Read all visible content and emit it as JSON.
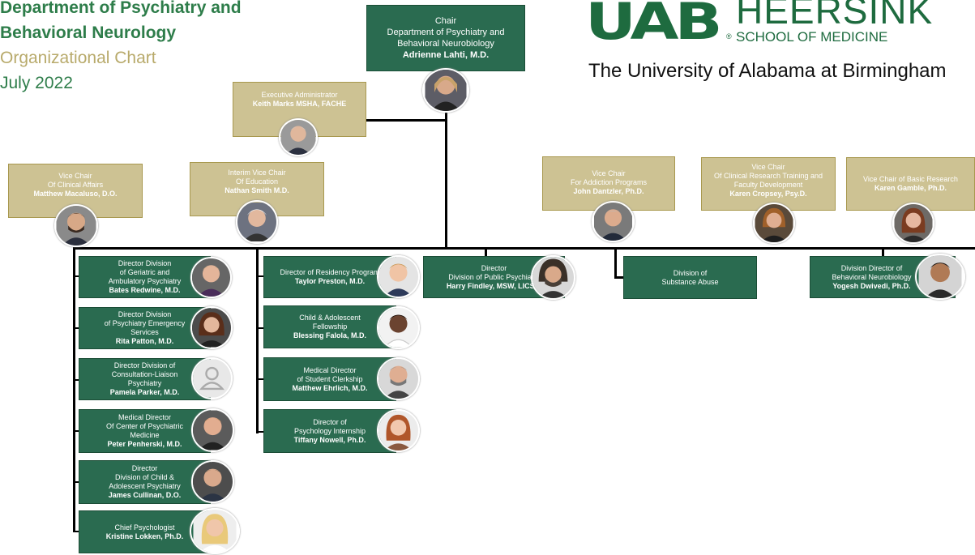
{
  "header": {
    "line1": "Department of Psychiatry and",
    "line2": "Behavioral Neurology",
    "subtitle": "Organizational Chart",
    "date": "July 2022"
  },
  "logo": {
    "mark": "UAB",
    "name": "HEERSINK",
    "school": "SCHOOL OF MEDICINE",
    "registered": "®",
    "university": "The University of Alabama at Birmingham"
  },
  "chair": {
    "role": "Chair",
    "dept1": "Department of Psychiatry and",
    "dept2": "Behavioral Neurobiology",
    "name": "Adrienne Lahti, M.D."
  },
  "exec_admin": {
    "role": "Executive Administrator",
    "name": "Keith Marks MSHA, FACHE"
  },
  "vice_chairs": [
    {
      "r1": "Vice Chair",
      "r2": "Of Clinical Affairs",
      "r3": "",
      "name": "Matthew Macaluso, D.O."
    },
    {
      "r1": "Interim Vice Chair",
      "r2": "Of Education",
      "r3": "",
      "name": "Nathan Smith M.D."
    },
    {
      "r1": "Vice Chair",
      "r2": "For Addiction Programs",
      "r3": "",
      "name": "John Dantzler, Ph.D."
    },
    {
      "r1": "Vice Chair",
      "r2": "Of Clinical Research Training and",
      "r3": "Faculty Development",
      "name": "Karen Cropsey, Psy.D."
    },
    {
      "r1": "Vice Chair of  Basic Research",
      "r2": "",
      "r3": "",
      "name": "Karen Gamble, Ph.D."
    }
  ],
  "clinical_units": [
    {
      "r1": "Director Division",
      "r2": "of Geriatric and",
      "r3": "Ambulatory Psychiatry",
      "name": "Bates Redwine, M.D."
    },
    {
      "r1": "Director Division",
      "r2": "of Psychiatry Emergency",
      "r3": "Services",
      "name": "Rita Patton, M.D."
    },
    {
      "r1": "Director Division of",
      "r2": "Consultation-Liaison",
      "r3": "Psychiatry",
      "name": "Pamela Parker, M.D."
    },
    {
      "r1": "Medical Director",
      "r2": "Of Center of Psychiatric",
      "r3": "Medicine",
      "name": "Peter Penherski, M.D."
    },
    {
      "r1": "Director",
      "r2": "Division of Child &",
      "r3": "Adolescent Psychiatry",
      "name": "James Cullinan, D.O."
    },
    {
      "r1": "Chief Psychologist",
      "r2": "",
      "r3": "",
      "name": "Kristine Lokken, Ph.D."
    }
  ],
  "education_units": [
    {
      "r1": "Director of  Residency Program",
      "r2": "",
      "r3": "",
      "name": "Taylor Preston, M.D."
    },
    {
      "r1": "Child & Adolescent",
      "r2": "Fellowship",
      "r3": "",
      "name": "Blessing Falola, M.D."
    },
    {
      "r1": "Medical Director",
      "r2": "of Student Clerkship",
      "r3": "",
      "name": "Matthew Ehrlich, M.D."
    },
    {
      "r1": "Director of",
      "r2": "Psychology Internship",
      "r3": "",
      "name": "Tiffany Nowell, Ph.D."
    }
  ],
  "public_psych": {
    "r1": "Director",
    "r2": "Division of Public Psychiatry",
    "name": "Harry Findley, MSW, LICSW"
  },
  "substance": {
    "r1": "Division of",
    "r2": "Substance Abuse"
  },
  "neuro": {
    "r1": "Division Director of",
    "r2": "Behavioral Neurobiology",
    "name": "Yogesh Dwivedi, Ph.D."
  },
  "colors": {
    "gold": "#cdc293",
    "green": "#2a6b50",
    "title_green": "#2e7d4a",
    "title_gold": "#b8aa6b"
  },
  "icons": {
    "placeholder": "person-placeholder-icon"
  }
}
